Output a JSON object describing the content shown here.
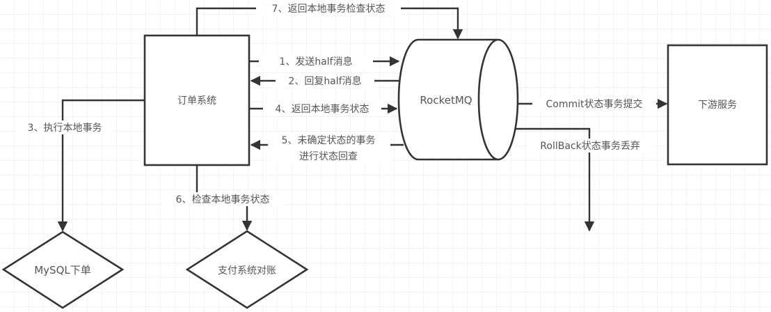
{
  "colors": {
    "background": "#ffffff",
    "grid": "#ededed",
    "stroke": "#333333",
    "text": "#555555"
  },
  "nodes": {
    "order_system": {
      "label": "订单系统",
      "shape": "rectangle"
    },
    "rocketmq": {
      "label": "RocketMQ",
      "shape": "cylinder"
    },
    "downstream": {
      "label": "下游服务",
      "shape": "rectangle"
    },
    "mysql": {
      "label": "MySQL下单",
      "shape": "diamond"
    },
    "payment": {
      "label": "支付系统对账",
      "shape": "diamond"
    }
  },
  "edges": {
    "e1": {
      "label": "1、发送half消息",
      "from": "order_system",
      "to": "rocketmq"
    },
    "e2": {
      "label": "2、回复half消息",
      "from": "rocketmq",
      "to": "order_system"
    },
    "e3": {
      "label": "3、执行本地事务",
      "from": "order_system",
      "to": "mysql"
    },
    "e4": {
      "label": "4、返回本地事务状态",
      "from": "order_system",
      "to": "rocketmq"
    },
    "e5": {
      "label_line1": "5、未确定状态的事务",
      "label_line2": "进行状态回查",
      "from": "rocketmq",
      "to": "order_system"
    },
    "e6": {
      "label": "6、检查本地事务状态",
      "from": "order_system",
      "to": "payment"
    },
    "e7": {
      "label": "7、返回本地事务检查状态",
      "from": "order_system",
      "to": "rocketmq"
    },
    "commit": {
      "label": "Commit状态事务提交",
      "from": "rocketmq",
      "to": "downstream"
    },
    "rollback": {
      "label": "RollBack状态事务丢弃",
      "from": "rocketmq",
      "to": ""
    }
  }
}
